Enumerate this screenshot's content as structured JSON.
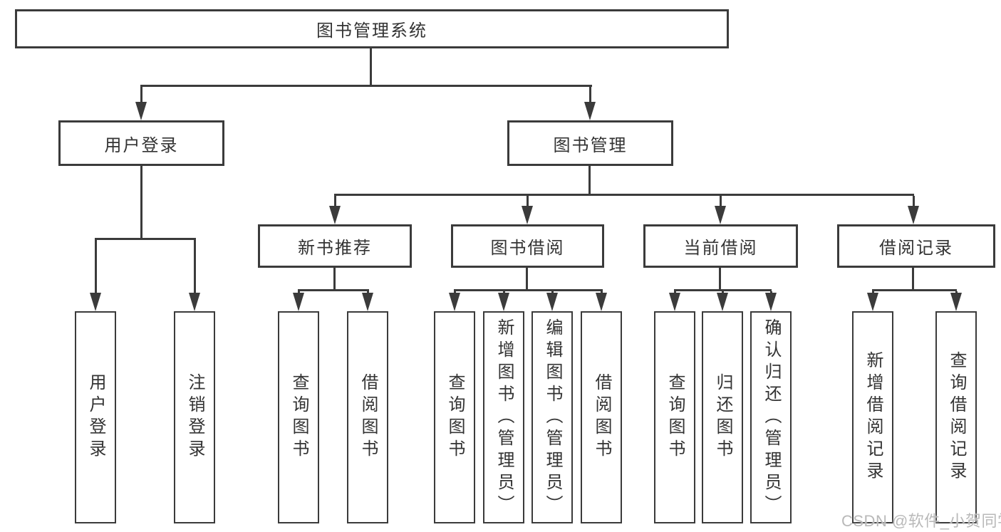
{
  "diagram": {
    "nodes": {
      "root": {
        "label": "图书管理系统"
      },
      "user_login": {
        "label": "用户登录"
      },
      "book_management": {
        "label": "图书管理"
      },
      "new_book_recommend": {
        "label": "新书推荐"
      },
      "book_borrowing": {
        "label": "图书借阅"
      },
      "current_borrowing": {
        "label": "当前借阅"
      },
      "borrowing_records": {
        "label": "借阅记录"
      },
      "leaf_user_login": {
        "label": "用户登录"
      },
      "leaf_logout": {
        "label": "注销登录"
      },
      "leaf_rec_query_books": {
        "label": "查询图书"
      },
      "leaf_rec_borrow_books": {
        "label": "借阅图书"
      },
      "leaf_bor_query_books": {
        "label": "查询图书"
      },
      "leaf_bor_add_books": {
        "label": "新增图书（管理员）"
      },
      "leaf_bor_edit_books": {
        "label": "编辑图书（管理员）"
      },
      "leaf_bor_borrow_books": {
        "label": "借阅图书"
      },
      "leaf_cur_query_books": {
        "label": "查询图书"
      },
      "leaf_cur_return_books": {
        "label": "归还图书"
      },
      "leaf_cur_confirm_return": {
        "label": "确认归还（管理员）"
      },
      "leaf_rec_add_record": {
        "label": "新增借阅记录"
      },
      "leaf_rec_query_record": {
        "label": "查询借阅记录"
      }
    },
    "watermark": {
      "text": "CSDN @软件_小贺同学"
    },
    "colors": {
      "line": "#3b3b3b",
      "text": "#333333",
      "watermark_gray": "#b9b9b9",
      "background": "#ffffff"
    }
  }
}
